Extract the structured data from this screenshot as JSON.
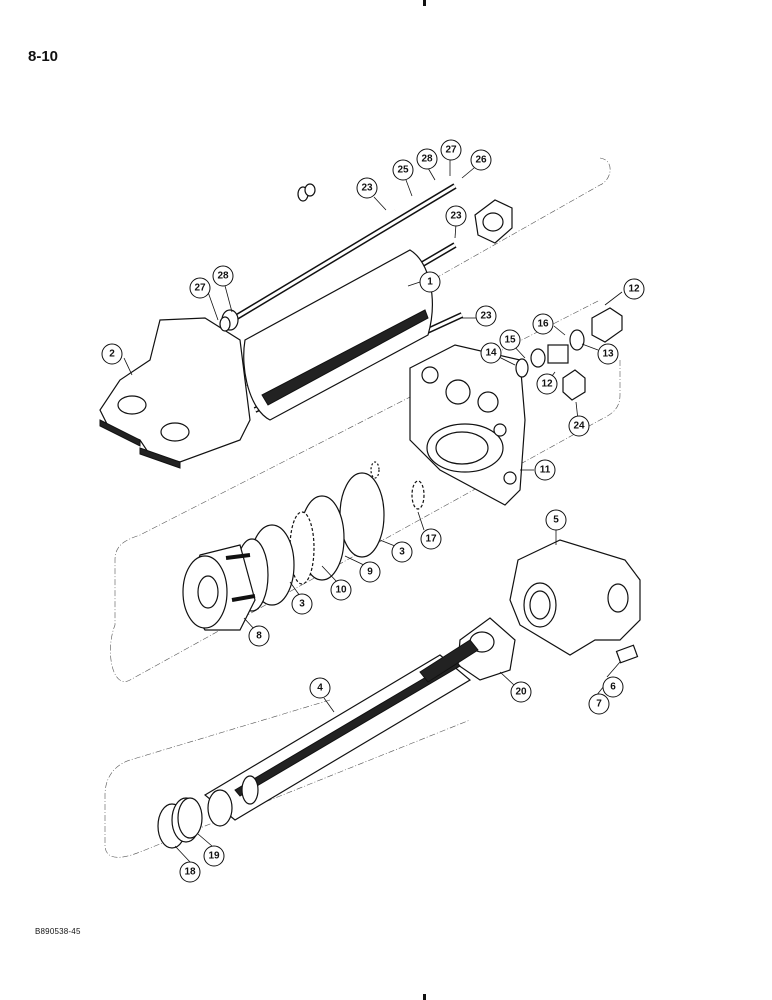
{
  "page": {
    "page_number": "8-10",
    "figure_code": "B890538-45"
  },
  "callouts": [
    {
      "id": "c23a",
      "label": "23"
    },
    {
      "id": "c25",
      "label": "25"
    },
    {
      "id": "c28a",
      "label": "28"
    },
    {
      "id": "c27a",
      "label": "27"
    },
    {
      "id": "c26",
      "label": "26"
    },
    {
      "id": "c23b",
      "label": "23"
    },
    {
      "id": "c1",
      "label": "1"
    },
    {
      "id": "c27b",
      "label": "27"
    },
    {
      "id": "c28b",
      "label": "28"
    },
    {
      "id": "c23c",
      "label": "23"
    },
    {
      "id": "c2",
      "label": "2"
    },
    {
      "id": "c12a",
      "label": "12"
    },
    {
      "id": "c16",
      "label": "16"
    },
    {
      "id": "c15",
      "label": "15"
    },
    {
      "id": "c14",
      "label": "14"
    },
    {
      "id": "c13",
      "label": "13"
    },
    {
      "id": "c12b",
      "label": "12"
    },
    {
      "id": "c24",
      "label": "24"
    },
    {
      "id": "c11",
      "label": "11"
    },
    {
      "id": "c17",
      "label": "17"
    },
    {
      "id": "c3a",
      "label": "3"
    },
    {
      "id": "c9",
      "label": "9"
    },
    {
      "id": "c10",
      "label": "10"
    },
    {
      "id": "c3b",
      "label": "3"
    },
    {
      "id": "c8",
      "label": "8"
    },
    {
      "id": "c5",
      "label": "5"
    },
    {
      "id": "c6",
      "label": "6"
    },
    {
      "id": "c7",
      "label": "7"
    },
    {
      "id": "c20",
      "label": "20"
    },
    {
      "id": "c4",
      "label": "4"
    },
    {
      "id": "c19",
      "label": "19"
    },
    {
      "id": "c18",
      "label": "18"
    }
  ]
}
